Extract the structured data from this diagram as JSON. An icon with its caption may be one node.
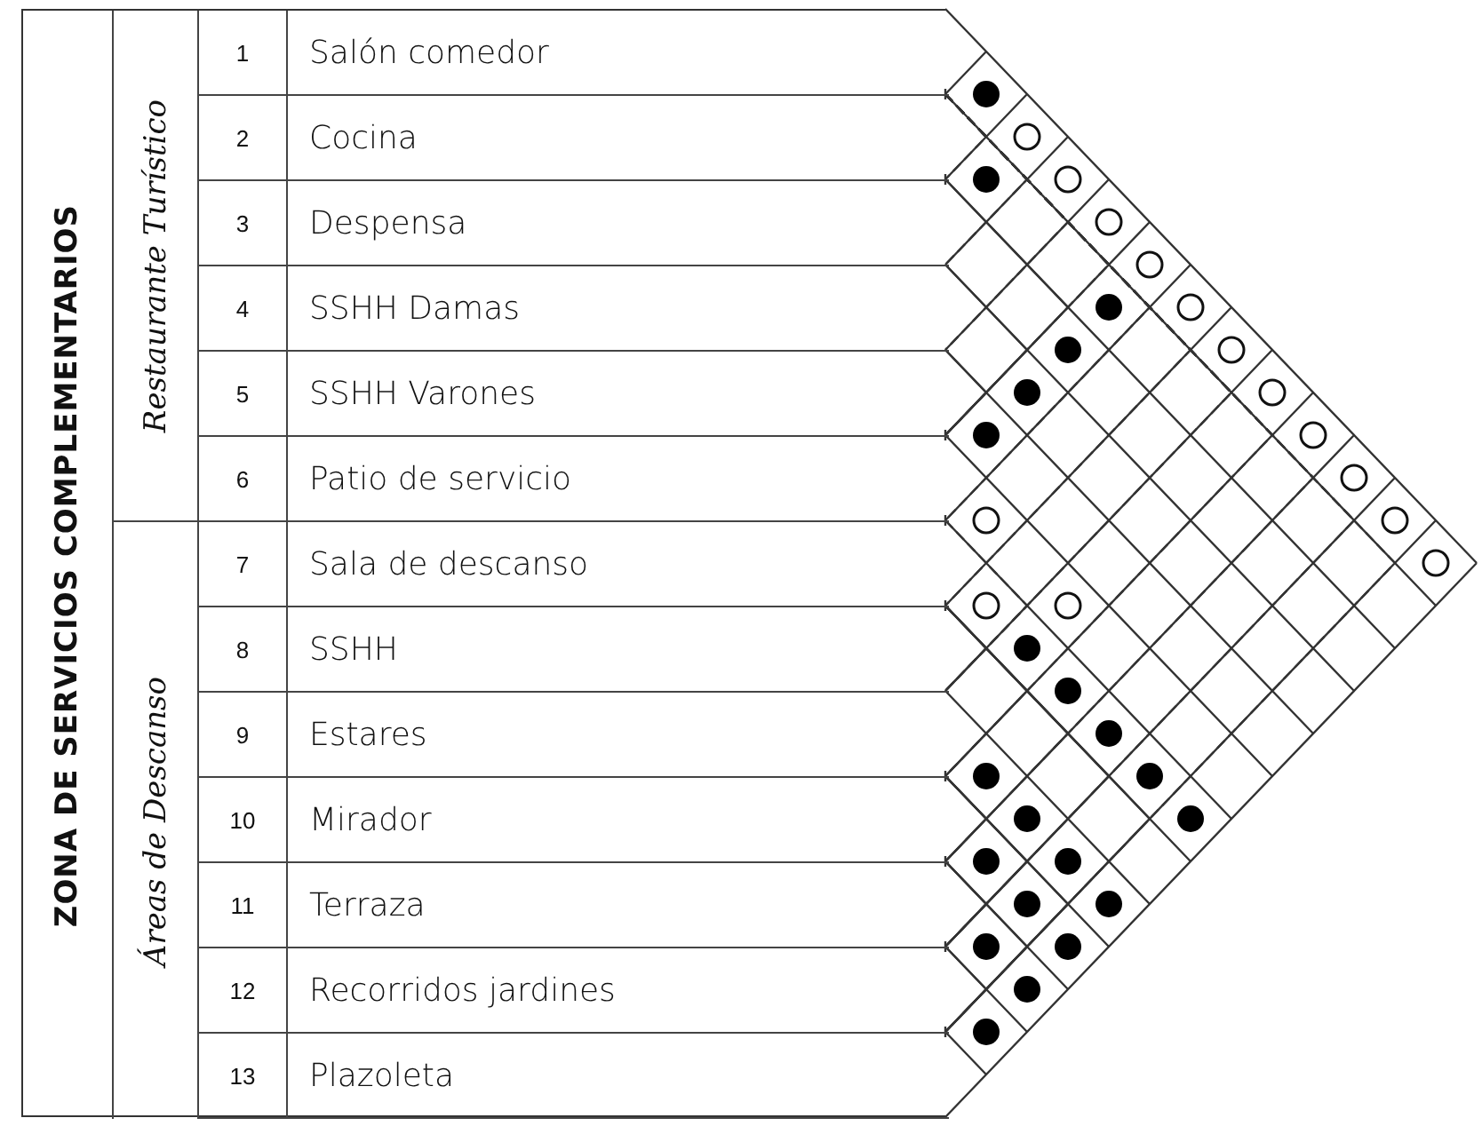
{
  "diagram": {
    "nodes": [
      {
        "text": [
          "ZONA DE SERVICIOS COMPLEMENTARIOS"
        ]
      },
      {
        "text": [
          "Restaurante Turístico"
        ],
        "in": 0
      },
      {
        "text": [
          "1",
          "Salón comedor"
        ],
        "in": 1
      },
      {
        "text": [
          "2",
          "Cocina"
        ],
        "in": 1
      },
      {
        "text": [
          "3",
          "Despensa"
        ],
        "in": 1
      },
      {
        "text": [
          "4",
          "SSHH Damas"
        ],
        "in": 1
      },
      {
        "text": [
          "5",
          "SSHH Varones"
        ],
        "in": 1
      },
      {
        "text": [
          "6",
          "Patio de servicio"
        ],
        "in": 1
      },
      {
        "text": [
          "Áreas de Descanso"
        ],
        "in": 0
      },
      {
        "text": [
          "7",
          "Sala de descanso"
        ],
        "in": 8
      },
      {
        "text": [
          "8",
          "SSHH"
        ],
        "in": 8
      },
      {
        "text": [
          "9",
          "Estares"
        ],
        "in": 8
      },
      {
        "text": [
          "10",
          "Mirador"
        ],
        "in": 8
      },
      {
        "text": [
          "11",
          "Terraza"
        ],
        "in": 8
      },
      {
        "text": [
          "12",
          "Recorridos jardines"
        ],
        "in": 8
      },
      {
        "text": [
          "13",
          "Plazoleta"
        ],
        "in": 8
      }
    ],
    "edges": [
      {
        "from": 2,
        "to": 3,
        "arrow": "none"
      },
      {
        "from": 2,
        "to": 4,
        "arrow": "none",
        "style": "dashed"
      },
      {
        "from": 2,
        "to": 5,
        "arrow": "none",
        "style": "dashed"
      },
      {
        "from": 2,
        "to": 6,
        "arrow": "none",
        "style": "dashed"
      },
      {
        "from": 2,
        "to": 7,
        "arrow": "none",
        "style": "dashed"
      },
      {
        "from": 2,
        "to": 9,
        "arrow": "none",
        "style": "dashed"
      },
      {
        "from": 2,
        "to": 10,
        "arrow": "none",
        "style": "dashed"
      },
      {
        "from": 2,
        "to": 11,
        "arrow": "none",
        "style": "dashed"
      },
      {
        "from": 2,
        "to": 12,
        "arrow": "none",
        "style": "dashed"
      },
      {
        "from": 2,
        "to": 13,
        "arrow": "none",
        "style": "dashed"
      },
      {
        "from": 2,
        "to": 14,
        "arrow": "none",
        "style": "dashed"
      },
      {
        "from": 2,
        "to": 15,
        "arrow": "none",
        "style": "dashed"
      },
      {
        "from": 3,
        "to": 4,
        "arrow": "none"
      },
      {
        "from": 3,
        "to": 7,
        "arrow": "none"
      },
      {
        "from": 4,
        "to": 7,
        "arrow": "none"
      },
      {
        "from": 5,
        "to": 7,
        "arrow": "none"
      },
      {
        "from": 6,
        "to": 7,
        "arrow": "none"
      },
      {
        "from": 7,
        "to": 9,
        "arrow": "none",
        "style": "dashed"
      },
      {
        "from": 7,
        "to": 11,
        "arrow": "none",
        "style": "dashed"
      },
      {
        "from": 9,
        "to": 10,
        "arrow": "none",
        "style": "dashed"
      },
      {
        "from": 9,
        "to": 11,
        "arrow": "none"
      },
      {
        "from": 9,
        "to": 12,
        "arrow": "none"
      },
      {
        "from": 9,
        "to": 13,
        "arrow": "none"
      },
      {
        "from": 9,
        "to": 14,
        "arrow": "none"
      },
      {
        "from": 9,
        "to": 15,
        "arrow": "none"
      },
      {
        "from": 11,
        "to": 12,
        "arrow": "none"
      },
      {
        "from": 11,
        "to": 13,
        "arrow": "none"
      },
      {
        "from": 11,
        "to": 14,
        "arrow": "none"
      },
      {
        "from": 11,
        "to": 15,
        "arrow": "none"
      },
      {
        "from": 12,
        "to": 13,
        "arrow": "none"
      },
      {
        "from": 12,
        "to": 14,
        "arrow": "none"
      },
      {
        "from": 12,
        "to": 15,
        "arrow": "none"
      },
      {
        "from": 13,
        "to": 14,
        "arrow": "none"
      },
      {
        "from": 13,
        "to": 15,
        "arrow": "none"
      },
      {
        "from": 14,
        "to": 15,
        "arrow": "none"
      }
    ]
  }
}
